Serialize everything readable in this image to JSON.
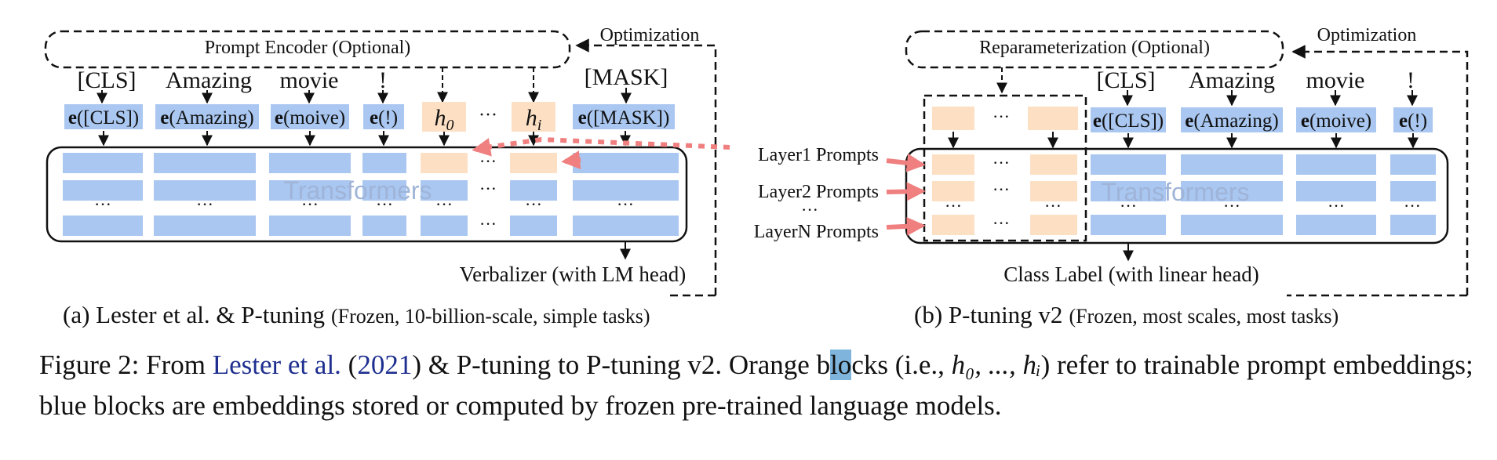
{
  "figure": {
    "left": {
      "encoder_label": "Prompt Encoder (Optional)",
      "optimization_label": "Optimization",
      "tokens": [
        "[CLS]",
        "Amazing",
        "movie",
        "!",
        "[MASK]"
      ],
      "embeddings": [
        "([CLS])",
        "(Amazing)",
        "(moive)",
        "(!)",
        "([MASK])"
      ],
      "embedding_symbol": "e",
      "prompt_h0": "h",
      "prompt_h0_sub": "0",
      "prompt_hi": "h",
      "prompt_hi_sub": "i",
      "ellipsis": "···",
      "transformers_label": "Transformers",
      "output_label": "Verbalizer (with LM head)",
      "subcaption_main": "(a) Lester et al. & P-tuning",
      "subcaption_detail": "(Frozen, 10-billion-scale, simple tasks)"
    },
    "right": {
      "reparam_label": "Reparameterization (Optional)",
      "optimization_label": "Optimization",
      "tokens": [
        "[CLS]",
        "Amazing",
        "movie",
        "!"
      ],
      "embeddings": [
        "([CLS])",
        "(Amazing)",
        "(moive)",
        "(!)"
      ],
      "embedding_symbol": "e",
      "layer_labels": [
        "Layer1 Prompts",
        "Layer2 Prompts",
        "LayerN Prompts"
      ],
      "layer_dots": "···",
      "transformers_label": "Transformers",
      "output_label": "Class Label (with linear head)",
      "subcaption_main": "(b) P-tuning v2",
      "subcaption_detail": "(Frozen, most scales, most tasks)"
    },
    "colors": {
      "frozen_block": "#a9c7f0",
      "trainable_block": "#fde0c4",
      "prompt_arrow": "#f08080"
    }
  },
  "caption": {
    "prefix": "Figure 2:  From ",
    "cite_author": "Lester et al.",
    "paren_open": " (",
    "cite_year": "2021",
    "text_a": ") & P-tuning to P-tuning v2.  Orange b",
    "highlight": "lo",
    "text_b": "cks (i.e., ",
    "math": "h₀, ..., hᵢ",
    "text_c": ") refer to trainable prompt embeddings; blue blocks are embeddings stored or computed by frozen pre-trained language models."
  }
}
